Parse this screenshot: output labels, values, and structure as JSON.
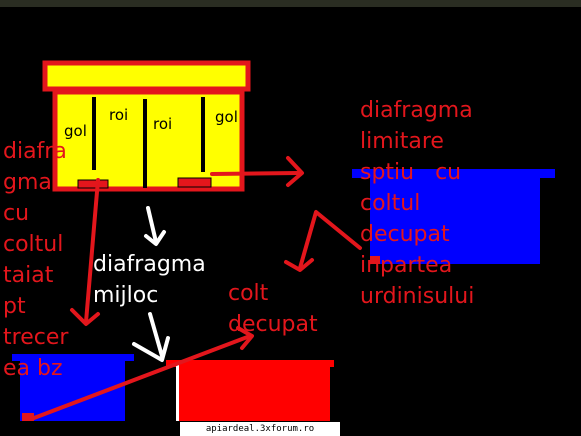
{
  "hive": {
    "frame_labels": [
      "gol",
      "roi",
      "roi",
      "gol"
    ]
  },
  "labels": {
    "left_block": [
      "diafra",
      "gma",
      "cu",
      "coltul",
      "taiat",
      "pt",
      "trecer",
      "ea bz"
    ],
    "middle": [
      "diafragma",
      "mijloc"
    ],
    "corner": [
      "colt",
      "decupat"
    ],
    "right_block": [
      "diafragma",
      "limitare",
      "sptiu   cu",
      "coltul",
      "decupat",
      "inpartea",
      "urdinisului"
    ]
  },
  "watermark": "apiardeal.3xforum.ro",
  "colors": {
    "background": "#000000",
    "hive_body": "#ffff00",
    "hive_outline": "#e3161c",
    "divider": "#000000",
    "diaphragm_blue": "#0000ff",
    "diaphragm_red": "#ff0000",
    "label_red": "#e3161c",
    "label_white": "#ffffff"
  }
}
